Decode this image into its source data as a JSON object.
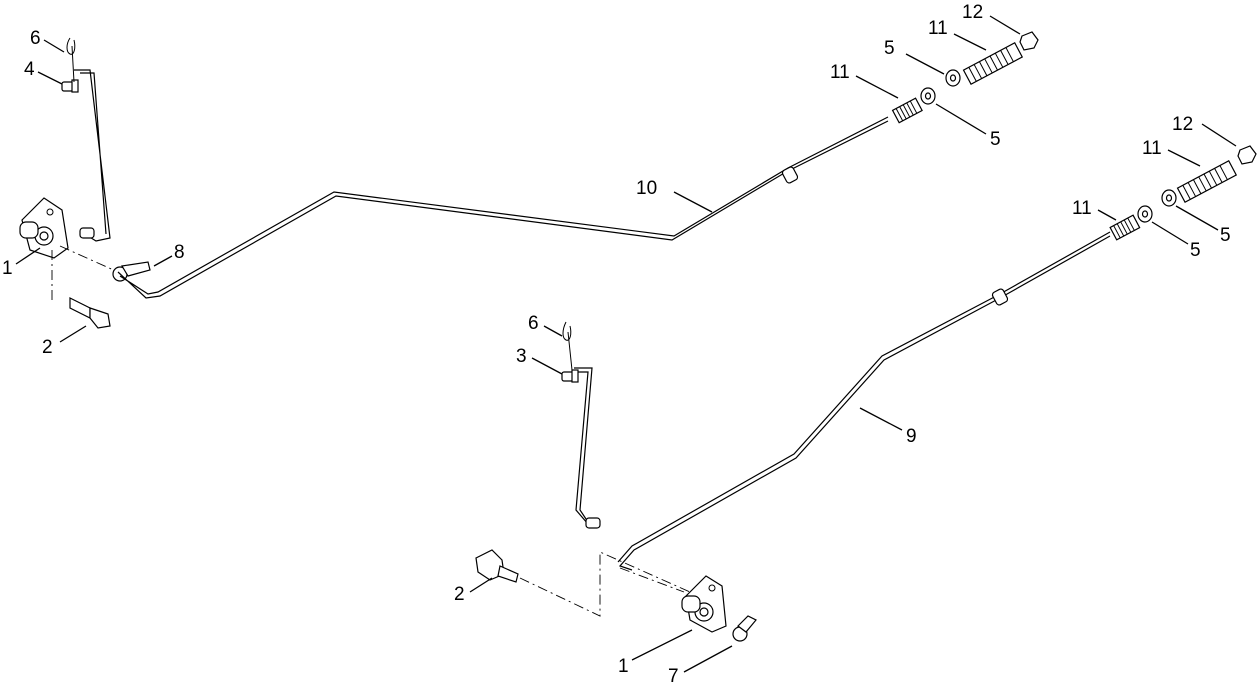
{
  "diagram": {
    "callouts": [
      {
        "id": "c-6a",
        "text": "6"
      },
      {
        "id": "c-4",
        "text": "4"
      },
      {
        "id": "c-1a",
        "text": "1"
      },
      {
        "id": "c-8",
        "text": "8"
      },
      {
        "id": "c-2a",
        "text": "2"
      },
      {
        "id": "c-10",
        "text": "10"
      },
      {
        "id": "c-11a",
        "text": "11"
      },
      {
        "id": "c-5a",
        "text": "5"
      },
      {
        "id": "c-11b",
        "text": "11"
      },
      {
        "id": "c-12a",
        "text": "12"
      },
      {
        "id": "c-5b",
        "text": "5"
      },
      {
        "id": "c-12b",
        "text": "12"
      },
      {
        "id": "c-11c",
        "text": "11"
      },
      {
        "id": "c-11d",
        "text": "11"
      },
      {
        "id": "c-5c",
        "text": "5"
      },
      {
        "id": "c-5d",
        "text": "5"
      },
      {
        "id": "c-6b",
        "text": "6"
      },
      {
        "id": "c-3",
        "text": "3"
      },
      {
        "id": "c-9",
        "text": "9"
      },
      {
        "id": "c-2b",
        "text": "2"
      },
      {
        "id": "c-1b",
        "text": "1"
      },
      {
        "id": "c-7",
        "text": "7"
      }
    ]
  }
}
